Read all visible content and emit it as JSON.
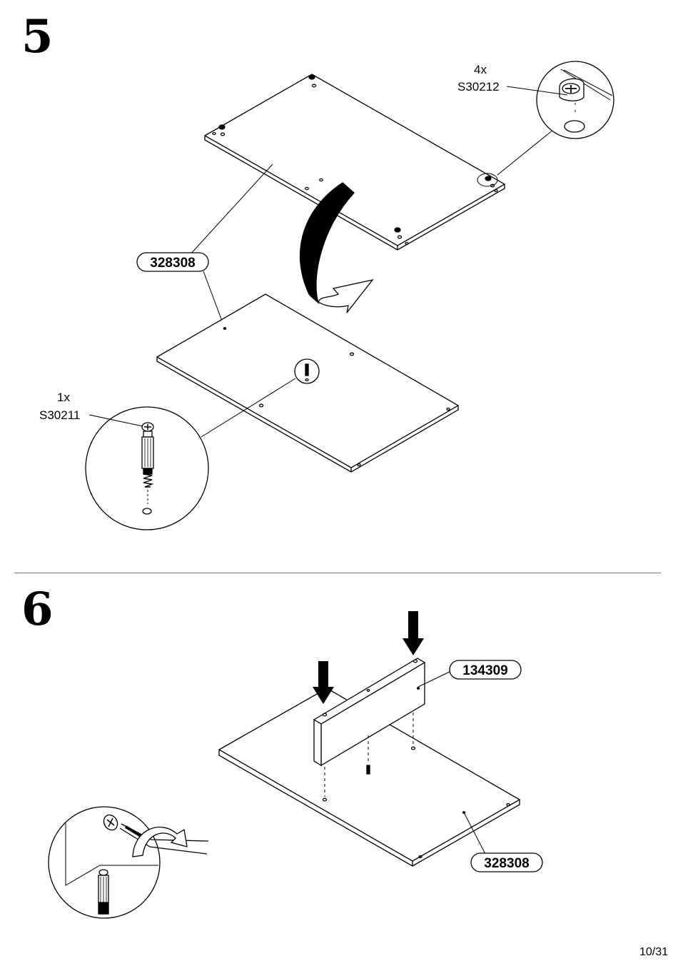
{
  "steps": [
    {
      "number": "5",
      "hardware": [
        {
          "quantity": "4x",
          "code": "S30212"
        },
        {
          "quantity": "1x",
          "code": "S30211"
        }
      ],
      "parts": [
        "328308"
      ]
    },
    {
      "number": "6",
      "parts": [
        "134309",
        "328308"
      ]
    }
  ],
  "page": "10/31"
}
